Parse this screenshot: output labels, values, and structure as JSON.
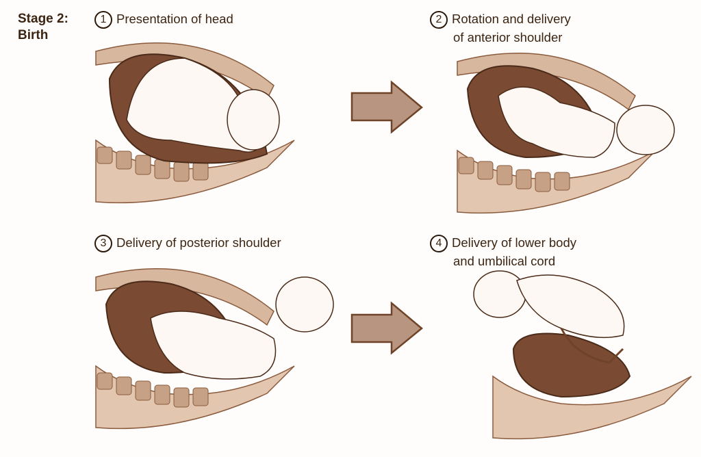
{
  "title": {
    "line1": "Stage 2:",
    "line2": "Birth"
  },
  "steps": [
    {
      "number": "1",
      "line1": "Presentation of head",
      "line2": ""
    },
    {
      "number": "2",
      "line1": "Rotation and delivery",
      "line2": "of anterior shoulder"
    },
    {
      "number": "3",
      "line1": "Delivery of posterior shoulder",
      "line2": ""
    },
    {
      "number": "4",
      "line1": "Delivery of lower body",
      "line2": "and umbilical cord"
    }
  ],
  "colors": {
    "text": "#3b2412",
    "uterus": "#7a4a32",
    "tissue": "#d8b79f",
    "spine": "#c7a185",
    "arrow": "#b89580",
    "arrow_stroke": "#6e4327",
    "skin": "#fdf8f3"
  }
}
